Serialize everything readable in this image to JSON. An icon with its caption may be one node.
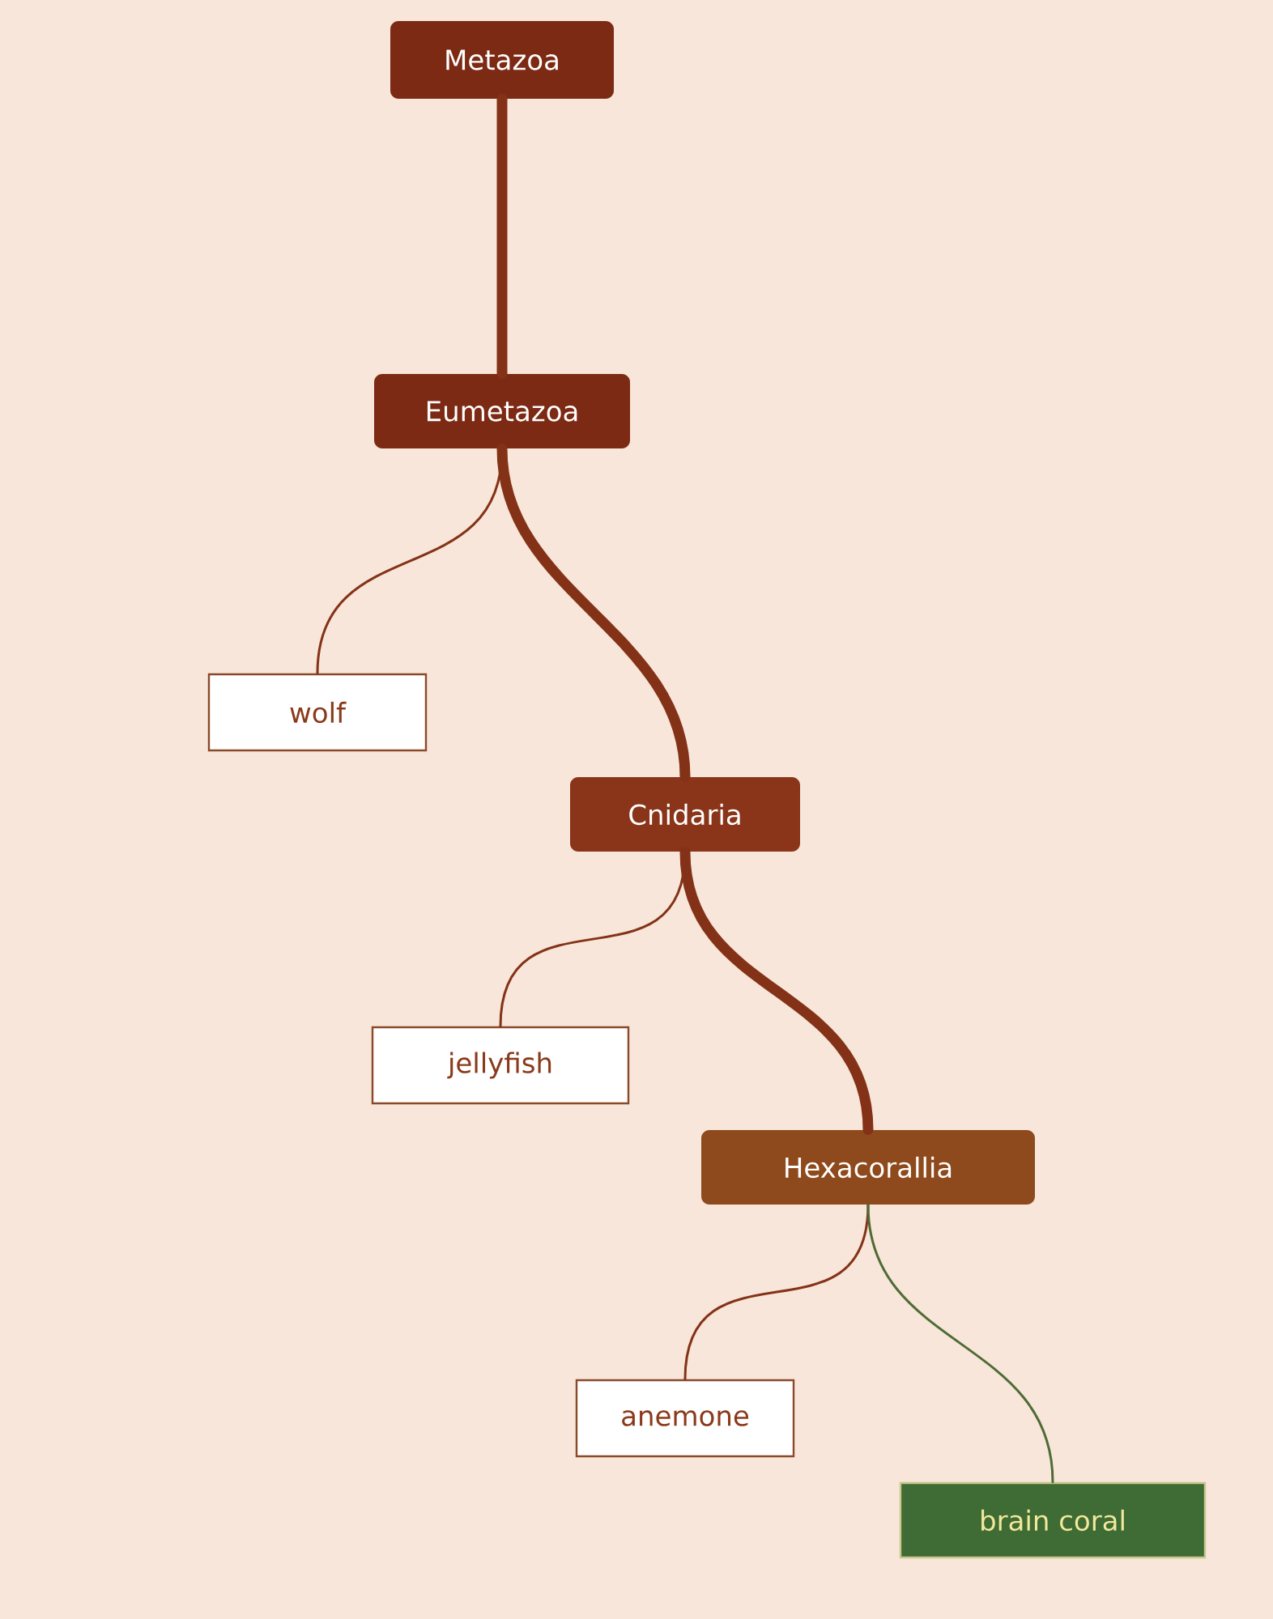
{
  "diagram": {
    "nodes": [
      {
        "text": [
          "Metazoa"
        ]
      },
      {
        "text": [
          "Eumetazoa"
        ]
      },
      {
        "text": [
          "wolf"
        ]
      },
      {
        "text": [
          "Cnidaria"
        ]
      },
      {
        "text": [
          "jellyfish"
        ]
      },
      {
        "text": [
          "Hexacorallia"
        ]
      },
      {
        "text": [
          "anemone"
        ]
      },
      {
        "text": [
          "brain coral"
        ]
      }
    ],
    "edges": [
      {
        "from": 0,
        "to": 1,
        "arrow": "none",
        "style": "thick"
      },
      {
        "from": 1,
        "to": 2,
        "arrow": "none"
      },
      {
        "from": 1,
        "to": 3,
        "arrow": "none",
        "style": "thick"
      },
      {
        "from": 3,
        "to": 4,
        "arrow": "none"
      },
      {
        "from": 3,
        "to": 5,
        "arrow": "none",
        "style": "thick"
      },
      {
        "from": 5,
        "to": 6,
        "arrow": "none"
      },
      {
        "from": 5,
        "to": 7,
        "arrow": "none",
        "color": "#4f6b35"
      }
    ]
  }
}
